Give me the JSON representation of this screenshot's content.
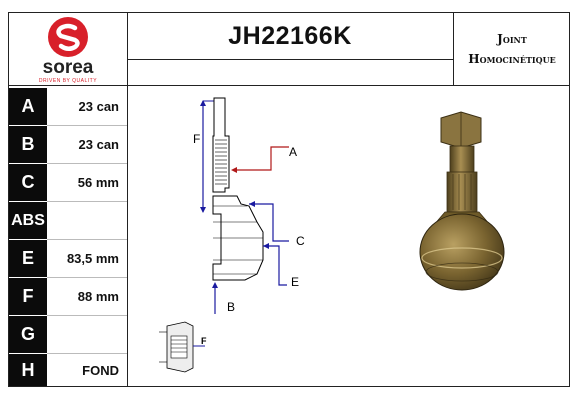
{
  "brand": {
    "name": "sorea",
    "tagline": "DRIVEN BY QUALITY",
    "colors": {
      "red": "#d8202a",
      "text": "#222222"
    }
  },
  "part_number": "JH22166K",
  "part_type": {
    "line1": "Joint",
    "line2": "Homocinétique"
  },
  "specs": [
    {
      "key": "A",
      "value": "23 can"
    },
    {
      "key": "B",
      "value": "23 can"
    },
    {
      "key": "C",
      "value": "56 mm"
    },
    {
      "key": "ABS",
      "value": ""
    },
    {
      "key": "E",
      "value": "83,5 mm"
    },
    {
      "key": "F",
      "value": "88 mm"
    },
    {
      "key": "G",
      "value": ""
    },
    {
      "key": "H",
      "value": "FOND"
    }
  ],
  "diagram_labels": {
    "a": "A",
    "b": "B",
    "c": "C",
    "e": "E",
    "f": "F",
    "f_small": "F"
  },
  "colors": {
    "dimension_line": "#1a1aa0",
    "leader_red": "#b01818",
    "letter_bg": "#0b0b0b"
  }
}
